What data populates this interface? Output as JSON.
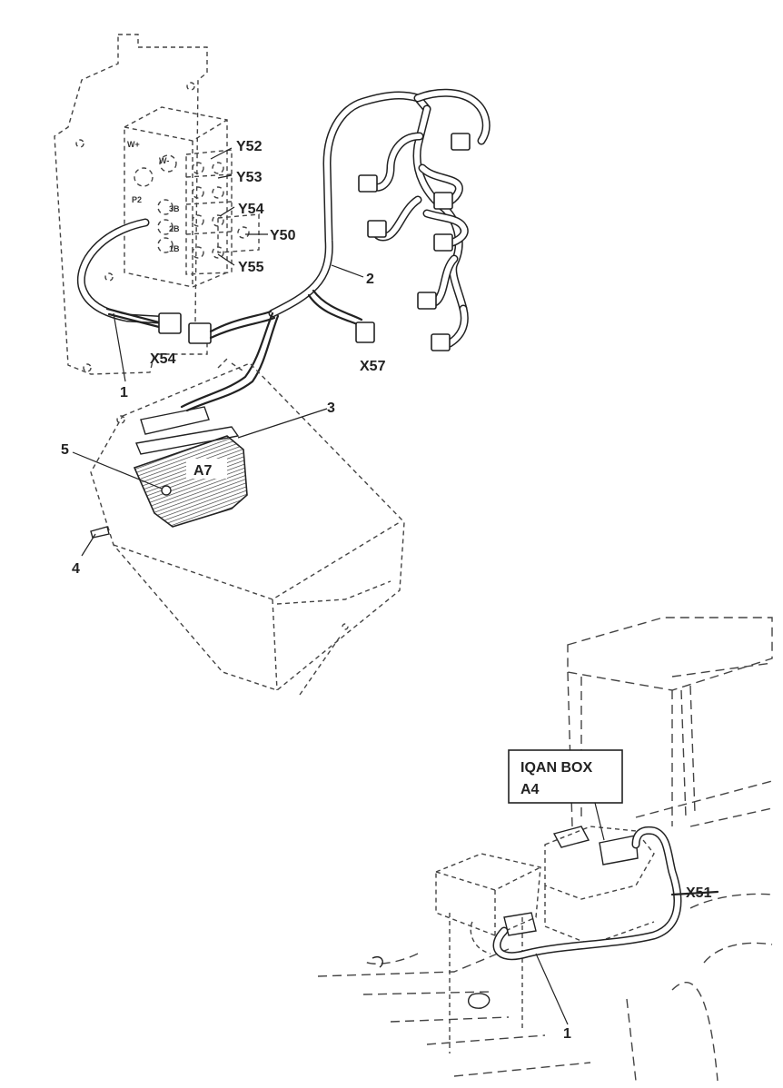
{
  "labels": {
    "y52": "Y52",
    "y53": "Y53",
    "y54": "Y54",
    "y50": "Y50",
    "y55": "Y55",
    "x54": "X54",
    "x57": "X57",
    "a7": "A7",
    "x51": "X51",
    "callout_1_top": "1",
    "callout_2": "2",
    "callout_3": "3",
    "callout_4": "4",
    "callout_5": "5",
    "callout_1_bottom": "1"
  },
  "valve_marks": {
    "w_plus": "W+",
    "w_minus": "W-",
    "p2": "P2",
    "port_3b": "3B",
    "port_2b": "2B",
    "port_1b": "1B"
  },
  "iqan_box": {
    "line1": "IQAN BOX",
    "line2": "A4"
  }
}
